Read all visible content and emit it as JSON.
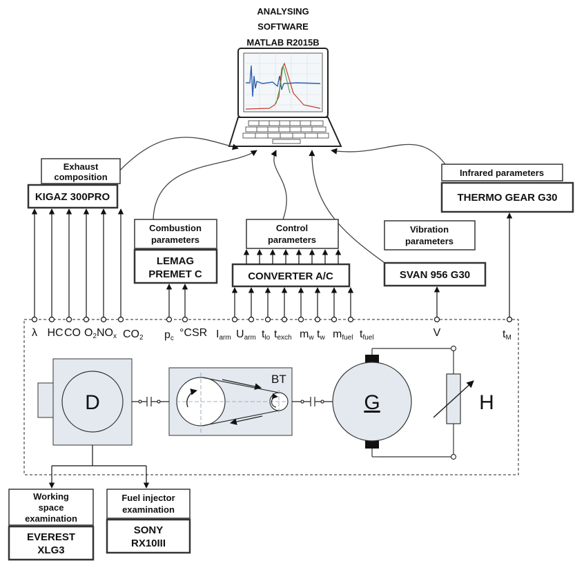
{
  "software": {
    "line1": "ANALYSING",
    "line2": "SOFTWARE",
    "line3": "MATLAB R2015B"
  },
  "boxes": {
    "exhaust": {
      "title1": "Exhaust",
      "title2": "composition",
      "device": "KIGAZ 300PRO"
    },
    "combustion": {
      "title1": "Combustion",
      "title2": "parameters",
      "device1": "LEMAG",
      "device2": "PREMET C"
    },
    "control": {
      "title1": "Control",
      "title2": "parameters",
      "device": "CONVERTER A/C"
    },
    "vibration": {
      "title1": "Vibration",
      "title2": "parameters",
      "device": "SVAN 956 G30"
    },
    "infrared": {
      "title": "Infrared parameters",
      "device": "THERMO GEAR G30"
    },
    "working_space": {
      "title1": "Working",
      "title2": "space",
      "title3": "examination",
      "device1": "EVEREST",
      "device2": "XLG3"
    },
    "fuel_injector": {
      "title1": "Fuel injector",
      "title2": "examination",
      "device1": "SONY",
      "device2": "RX10III"
    }
  },
  "signals": {
    "lambda": "λ",
    "hc": "HC",
    "co": "CO",
    "o2_main": "O",
    "o2_sub": "2",
    "nox_main": "NO",
    "nox_sub": "x",
    "co2_main": "CO",
    "co2_sub": "2",
    "pc_main": "p",
    "pc_sub": "c",
    "csr": "°CSR",
    "iarm_main": "I",
    "iarm_sub": "arm",
    "uarm_main": "U",
    "uarm_sub": "arm",
    "tlo_main": "t",
    "tlo_sub": "lo",
    "texch_main": "t",
    "texch_sub": "exch",
    "mw_main": "m",
    "mw_sub": "w",
    "tw_main": "t",
    "tw_sub": "w",
    "mfuel_main": "m",
    "mfuel_sub": "fuel",
    "tfuel_main": "t",
    "tfuel_sub": "fuel",
    "v": "V",
    "tm_main": "t",
    "tm_sub": "M"
  },
  "components": {
    "engine": "D",
    "belt": "BT",
    "generator": "G",
    "heater": "H"
  }
}
